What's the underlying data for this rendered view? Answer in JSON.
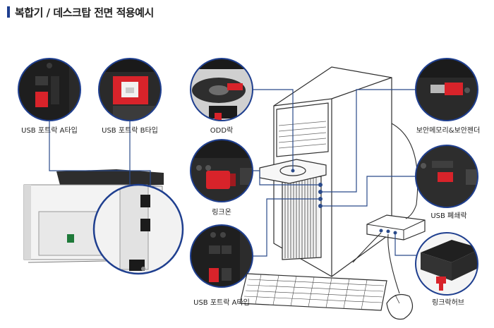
{
  "title": "복합기 / 데스크탑 전면 적용예시",
  "labels": {
    "usb_a_top": "USB 포트락 A타입",
    "usb_b": "USB 포트락 B타입",
    "odd": "ODD락",
    "security_memory": "보안메모리&보안젠더",
    "link_on": "링크온",
    "usb_blocker": "USB 폐쇄락",
    "usb_a_bottom": "USB 포트락 A타입",
    "link_hub": "링크락허브"
  },
  "colors": {
    "accent": "#1f3f8f",
    "leader": "#2a4a8a",
    "lock_red": "#d8232a"
  }
}
